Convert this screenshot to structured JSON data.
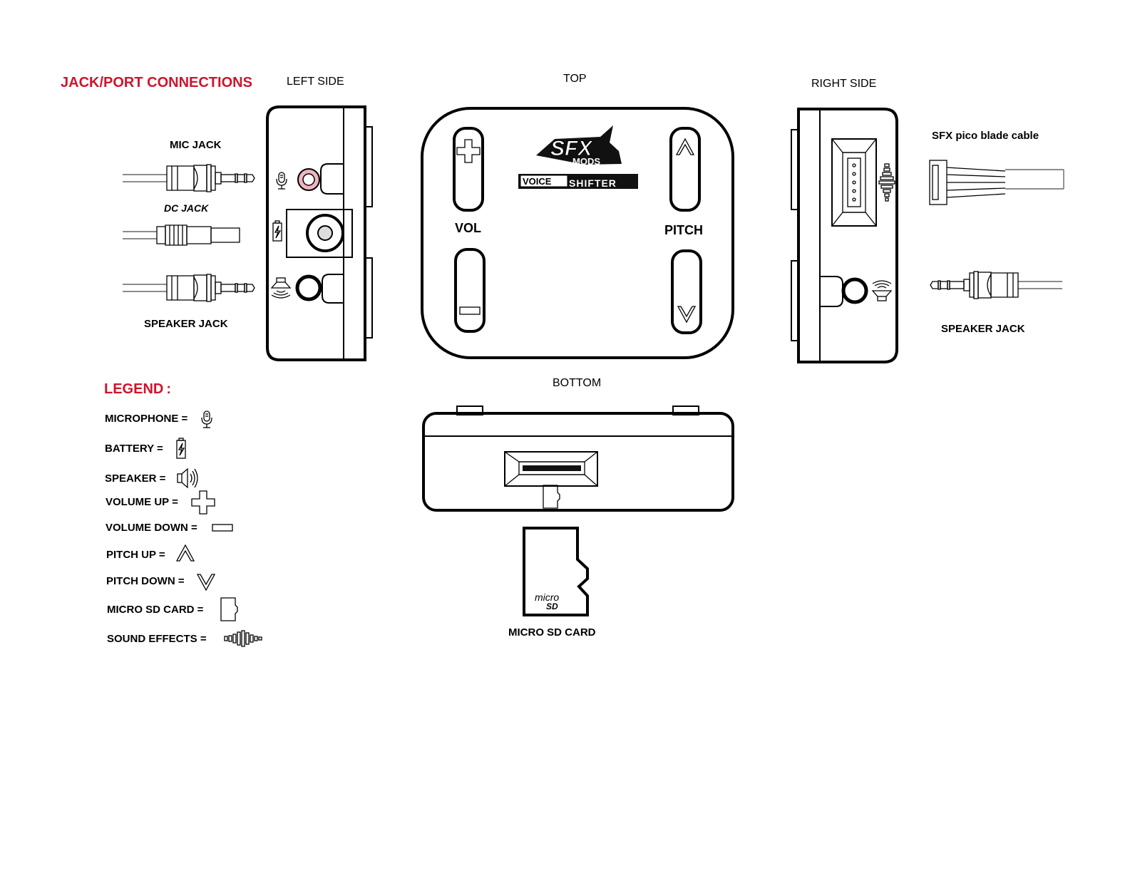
{
  "section_title": "JACK/PORT CONNECTIONS",
  "views": {
    "left": "LEFT SIDE",
    "top": "TOP",
    "right": "RIGHT SIDE",
    "bottom": "BOTTOM"
  },
  "left_side": {
    "mic_jack": "MIC JACK",
    "dc_jack": "DC JACK",
    "speaker_jack": "SPEAKER JACK"
  },
  "top_view": {
    "logo_main": "SFX",
    "logo_sub": "MODS",
    "logo_left": "VOICE",
    "logo_right": "SHIFTER",
    "vol": "VOL",
    "pitch": "PITCH"
  },
  "right_side": {
    "cable": "SFX pico blade cable",
    "speaker_jack": "SPEAKER JACK"
  },
  "bottom_view": {
    "sd_card": "MICRO SD CARD",
    "sd_logo_1": "micro",
    "sd_logo_2": "SD"
  },
  "legend": {
    "title": "LEGEND",
    "colon": ":",
    "items": [
      {
        "label": "MICROPHONE =",
        "icon": "microphone-icon"
      },
      {
        "label": "BATTERY =",
        "icon": "battery-icon"
      },
      {
        "label": "SPEAKER =",
        "icon": "speaker-icon"
      },
      {
        "label": "VOLUME UP =",
        "icon": "plus-icon"
      },
      {
        "label": "VOLUME DOWN =",
        "icon": "minus-icon"
      },
      {
        "label": "PITCH UP =",
        "icon": "pitch-up-icon"
      },
      {
        "label": "PITCH DOWN =",
        "icon": "pitch-down-icon"
      },
      {
        "label": "MICRO SD CARD =",
        "icon": "sd-card-icon"
      },
      {
        "label": "SOUND EFFECTS =",
        "icon": "sound-effects-icon"
      }
    ]
  },
  "colors": {
    "accent": "#d0142c",
    "mic_ring": "#f0b4c0",
    "line": "#000000"
  }
}
